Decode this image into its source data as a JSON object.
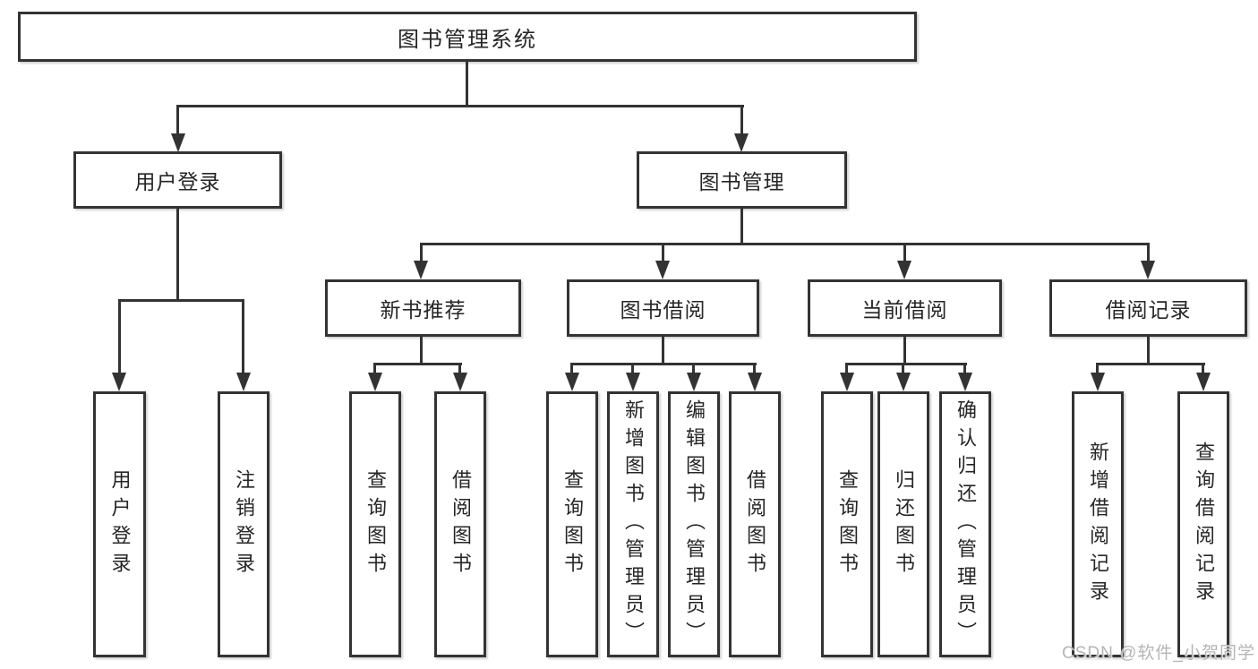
{
  "tree": {
    "label": "图书管理系统",
    "children": [
      {
        "label": "用户登录",
        "children": [
          {
            "label": "用户登录"
          },
          {
            "label": "注销登录"
          }
        ]
      },
      {
        "label": "图书管理",
        "children": [
          {
            "label": "新书推荐",
            "children": [
              {
                "label": "查询图书"
              },
              {
                "label": "借阅图书"
              }
            ]
          },
          {
            "label": "图书借阅",
            "children": [
              {
                "label": "查询图书"
              },
              {
                "label": "新增图书（管理员）"
              },
              {
                "label": "编辑图书（管理员）"
              },
              {
                "label": "借阅图书"
              }
            ]
          },
          {
            "label": "当前借阅",
            "children": [
              {
                "label": "查询图书"
              },
              {
                "label": "归还图书"
              },
              {
                "label": "确认归还（管理员）"
              }
            ]
          },
          {
            "label": "借阅记录",
            "children": [
              {
                "label": "新增借阅记录"
              },
              {
                "label": "查询借阅记录"
              }
            ]
          }
        ]
      }
    ]
  },
  "watermark": {
    "text": "CSDN @软件_小贺同学",
    "color": "#b5b5b5"
  },
  "colors": {
    "line": "#333333",
    "box_border": "#333333",
    "box_fill": "#ffffff",
    "text": "#262626",
    "background": "#ffffff"
  }
}
